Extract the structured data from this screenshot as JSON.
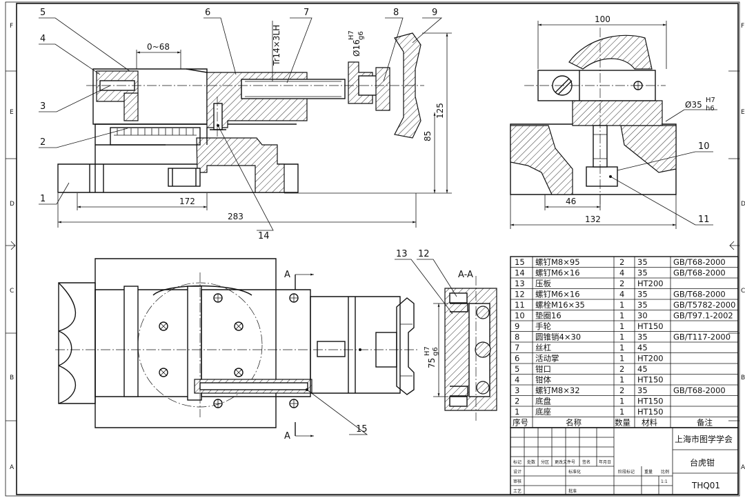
{
  "callouts": [
    "1",
    "2",
    "3",
    "4",
    "5",
    "6",
    "7",
    "8",
    "9",
    "10",
    "11",
    "12",
    "13",
    "14",
    "15"
  ],
  "dims": {
    "d_0_68": "0~68",
    "d_172": "172",
    "d_283": "283",
    "d_85": "85",
    "d_125": "125",
    "d_100": "100",
    "d_46": "46",
    "d_132": "132",
    "d_thread": "Tr14×3LH",
    "d_16": "Ø16",
    "d_16_fit_top": "H7",
    "d_16_fit_bot": "g6",
    "d_35": "Ø35",
    "d_35_fit_top": "H7",
    "d_35_fit_bot": "h6",
    "d_75": "75",
    "d_75_fit_top": "H7",
    "d_75_fit_bot": "g6"
  },
  "section": {
    "marker": "A",
    "title": "A-A"
  },
  "zones_left": [
    "F",
    "E",
    "D",
    "C",
    "B",
    "A"
  ],
  "bom": {
    "rows": [
      {
        "no": "15",
        "name": "螺钉M8×95",
        "qty": "2",
        "mat": "35",
        "note": "GB/T68-2000"
      },
      {
        "no": "14",
        "name": "螺钉M6×16",
        "qty": "4",
        "mat": "35",
        "note": "GB/T68-2000"
      },
      {
        "no": "13",
        "name": "压板",
        "qty": "2",
        "mat": "HT200",
        "note": ""
      },
      {
        "no": "12",
        "name": "螺钉M6×16",
        "qty": "4",
        "mat": "35",
        "note": "GB/T68-2000"
      },
      {
        "no": "11",
        "name": "螺栓M16×35",
        "qty": "1",
        "mat": "35",
        "note": "GB/T5782-2000"
      },
      {
        "no": "10",
        "name": "垫圈16",
        "qty": "1",
        "mat": "30",
        "note": "GB/T97.1-2002"
      },
      {
        "no": "9",
        "name": "手轮",
        "qty": "1",
        "mat": "HT150",
        "note": ""
      },
      {
        "no": "8",
        "name": "圆锥销4×30",
        "qty": "1",
        "mat": "35",
        "note": "GB/T117-2000"
      },
      {
        "no": "7",
        "name": "丝杠",
        "qty": "1",
        "mat": "45",
        "note": ""
      },
      {
        "no": "6",
        "name": "活动掌",
        "qty": "1",
        "mat": "HT200",
        "note": ""
      },
      {
        "no": "5",
        "name": "钳口",
        "qty": "2",
        "mat": "45",
        "note": ""
      },
      {
        "no": "4",
        "name": "钳体",
        "qty": "1",
        "mat": "HT150",
        "note": ""
      },
      {
        "no": "3",
        "name": "螺钉M8×32",
        "qty": "2",
        "mat": "35",
        "note": "GB/T68-2000"
      },
      {
        "no": "2",
        "name": "底盘",
        "qty": "1",
        "mat": "HT150",
        "note": ""
      },
      {
        "no": "1",
        "name": "底座",
        "qty": "1",
        "mat": "HT150",
        "note": ""
      }
    ],
    "header": {
      "no": "序号",
      "name": "名称",
      "qty": "数量",
      "mat": "材料",
      "note": "备注"
    }
  },
  "title_block": {
    "org": "上海市图学学会",
    "name": "台虎钳",
    "code": "THQ01",
    "scale": "1:1",
    "small_labels": [
      "标记",
      "处数",
      "分区",
      "更改文件号",
      "签名",
      "年月日",
      "设计",
      "标准化",
      "阶段标记",
      "重量",
      "比例",
      "审核",
      "工艺",
      "批准"
    ]
  }
}
